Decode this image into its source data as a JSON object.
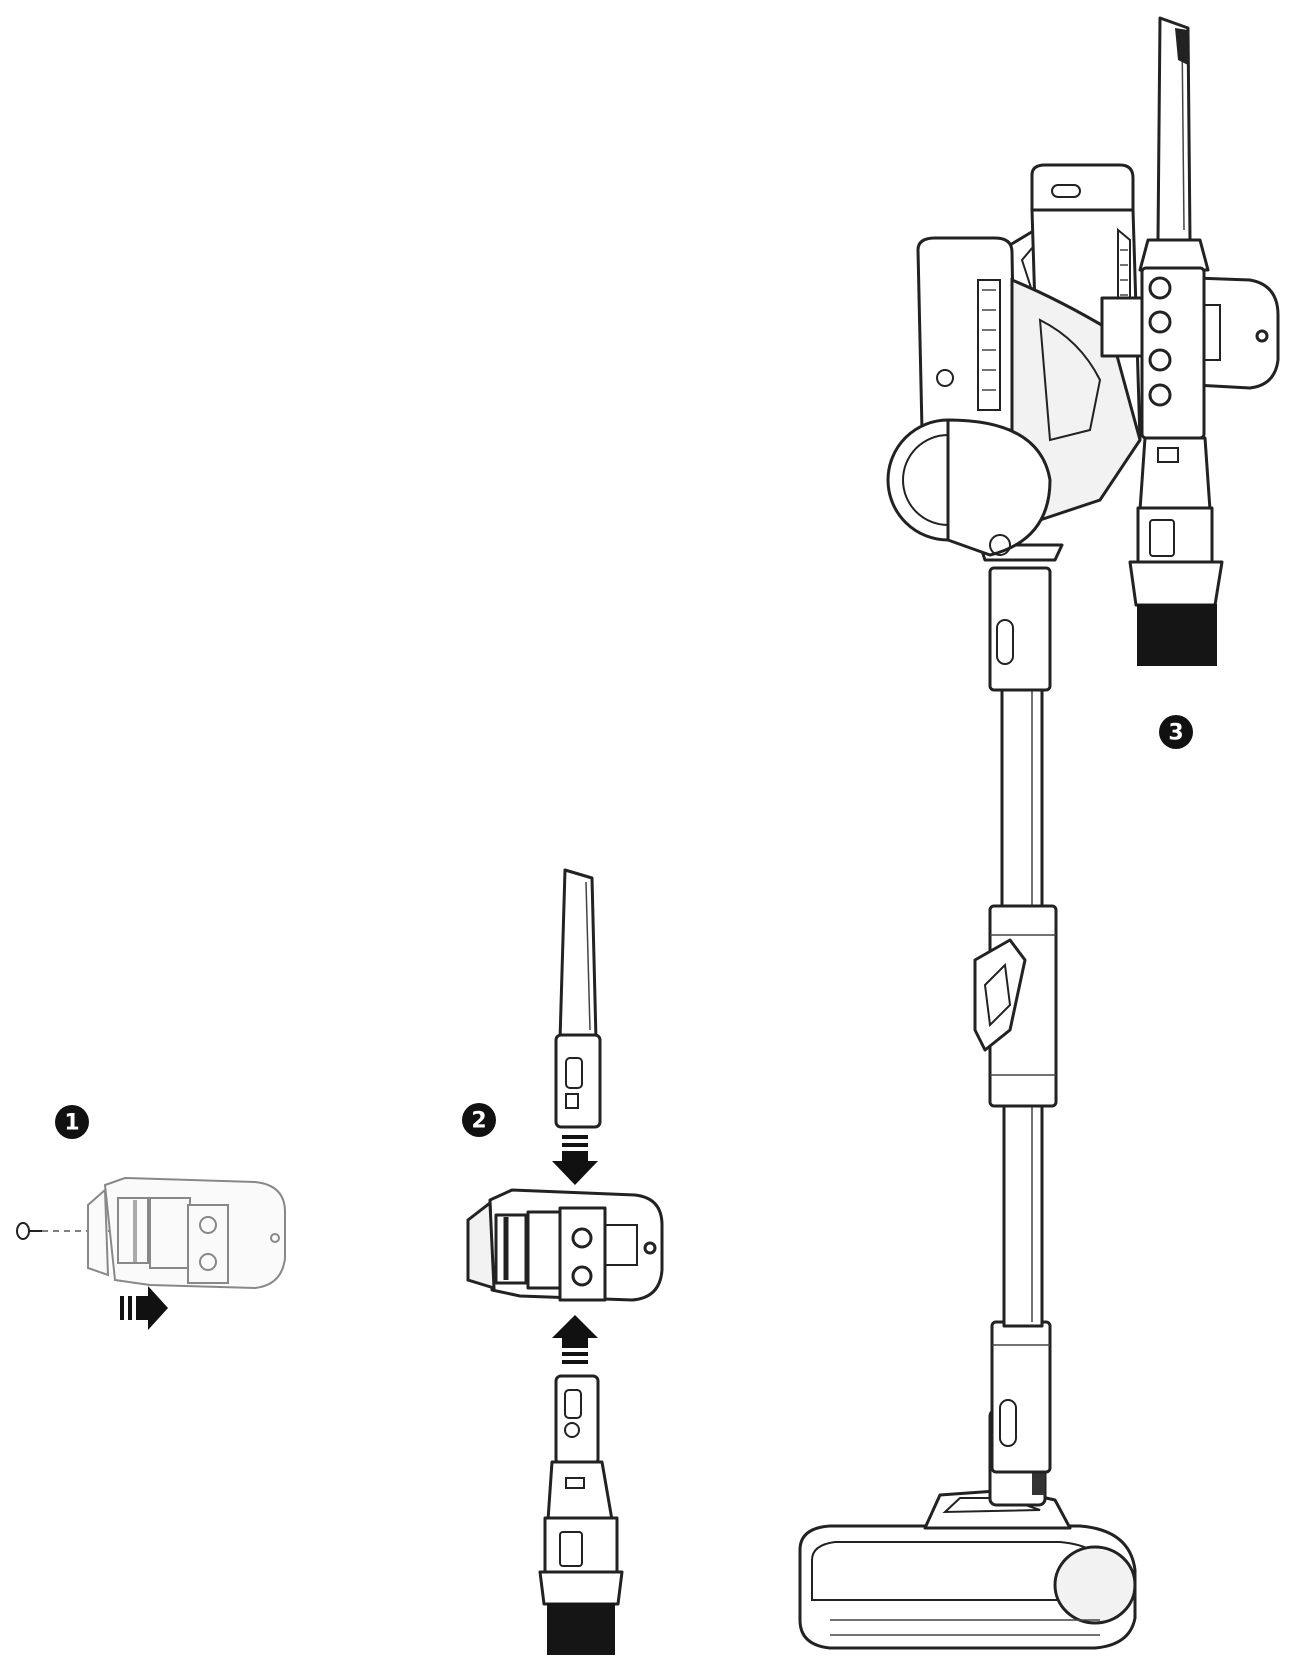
{
  "steps": [
    {
      "number": "1"
    },
    {
      "number": "2"
    },
    {
      "number": "3"
    }
  ],
  "colors": {
    "line": "#222222",
    "badge": "#111111",
    "background": "#ffffff"
  },
  "icons": [
    "screw-icon",
    "push-arrow-right-icon",
    "push-arrow-down-icon",
    "push-arrow-up-icon"
  ]
}
